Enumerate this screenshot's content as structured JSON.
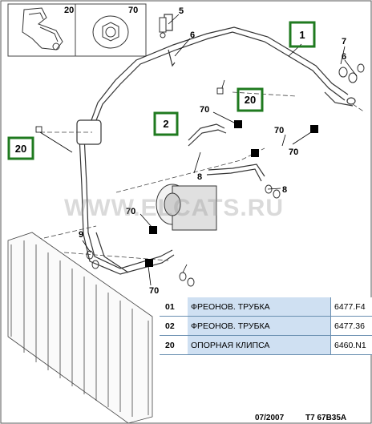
{
  "callouts": {
    "c1": "1",
    "c2": "2",
    "c20a": "20",
    "c20b": "20",
    "c5": "5",
    "c6a": "6",
    "c6b": "6",
    "c7": "7",
    "c8a": "8",
    "c8b": "8",
    "c9": "9",
    "c70a": "70",
    "c70b": "70",
    "c70c": "70",
    "c70d": "70",
    "c70e": "70",
    "inset_20": "20",
    "inset_70": "70"
  },
  "watermark": "WWW.ELCATS.RU",
  "parts": [
    {
      "num": "01",
      "desc": "ФРЕОНОВ. ТРУБКА",
      "ref": "6477.F4"
    },
    {
      "num": "02",
      "desc": "ФРЕОНОВ. ТРУБКА",
      "ref": "6477.36"
    },
    {
      "num": "20",
      "desc": "ОПОРНАЯ КЛИПСА",
      "ref": "6460.N1"
    }
  ],
  "footer": {
    "date": "07/2007",
    "code": "T7 67B35A"
  },
  "colors": {
    "highlight_box": "#1f7a1f",
    "table_desc_bg": "#cfe0f2",
    "table_border": "#6a8fb0"
  }
}
